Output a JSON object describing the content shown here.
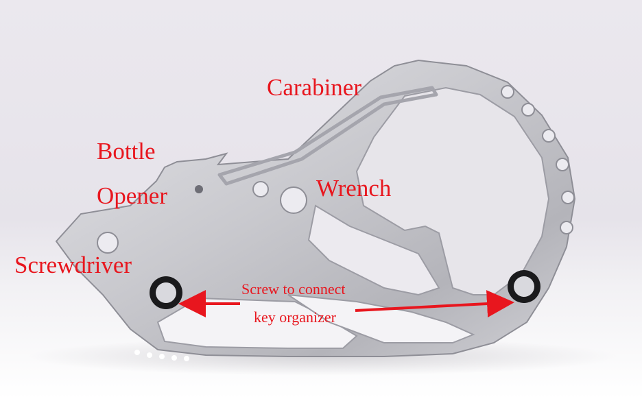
{
  "labels": {
    "carabiner": "Carabiner",
    "bottle": "Bottle",
    "opener": "Opener",
    "wrench": "Wrench",
    "screwdriver": "Screwdriver",
    "screw_line1": "Screw to connect",
    "screw_line2": "key organizer"
  },
  "colors": {
    "label_red": "#e8161e",
    "steel_light": "#d6d6da",
    "steel_dark": "#9a9aa2",
    "background": "#e9e7ec"
  }
}
